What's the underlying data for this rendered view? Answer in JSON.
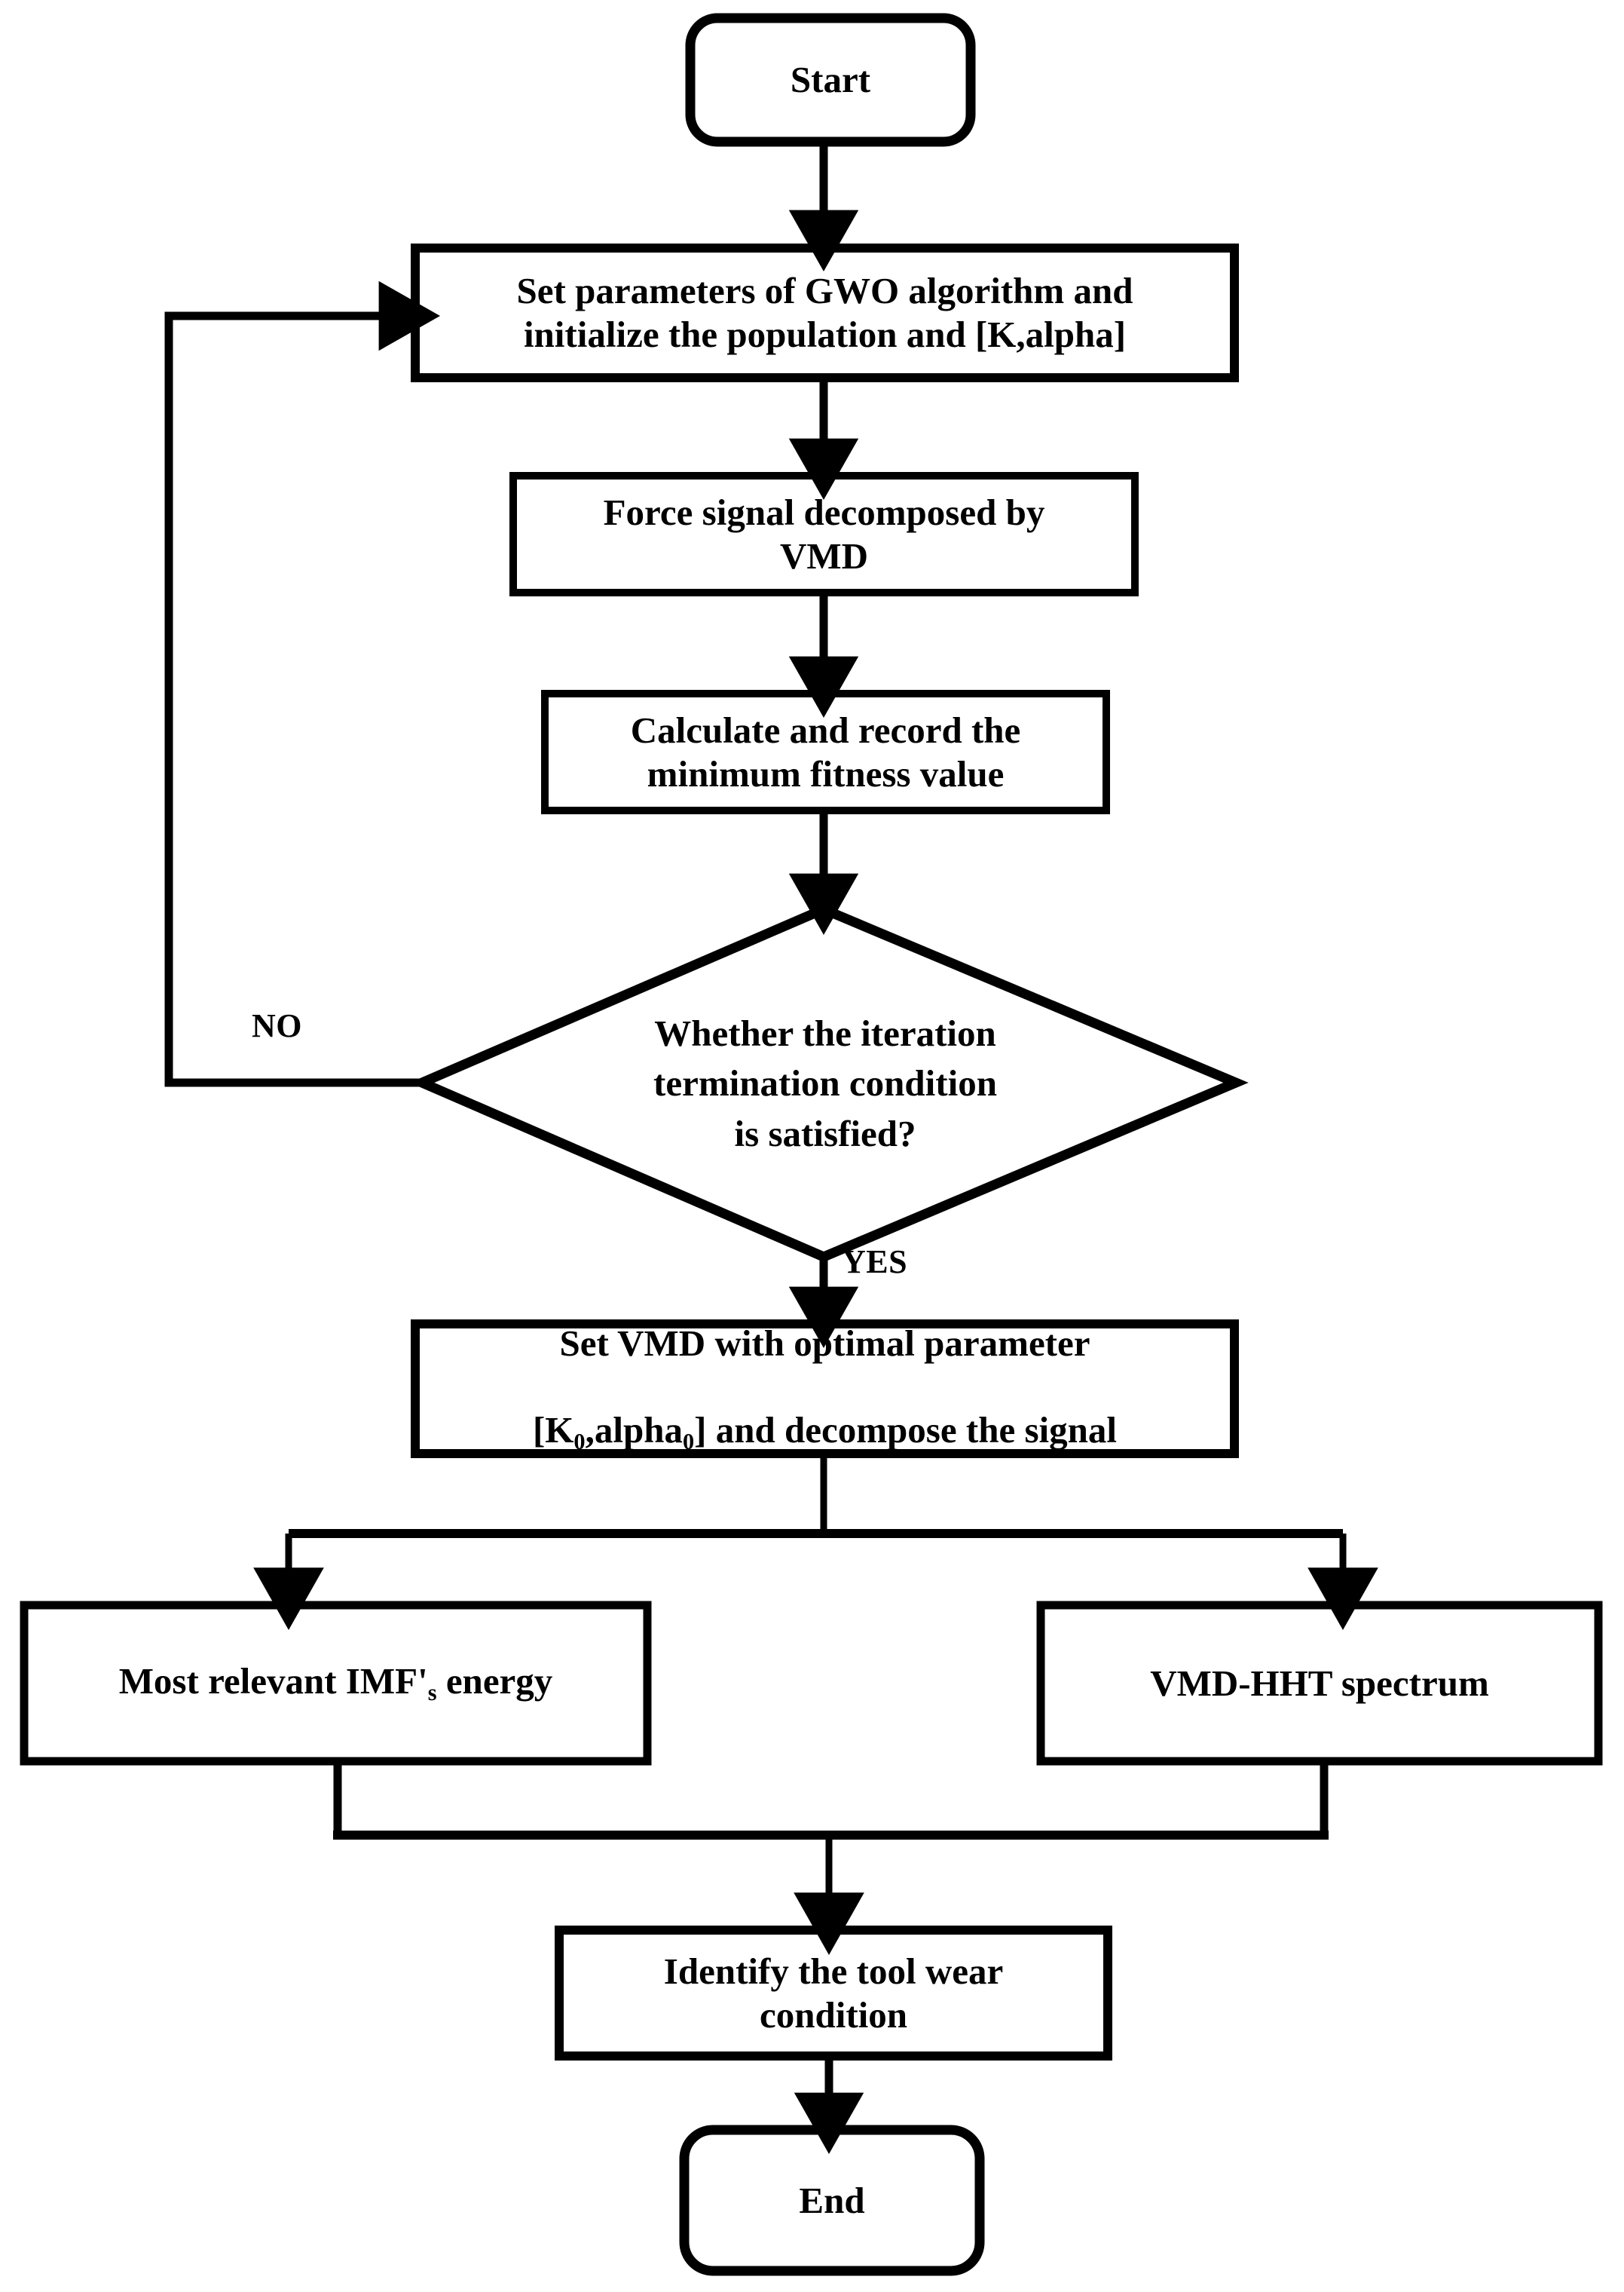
{
  "diagram": {
    "title": "GWO-VMD tool wear identification flowchart",
    "stroke_color": "#000000",
    "fill_color": "#ffffff",
    "background": "#ffffff"
  },
  "nodes": {
    "start": {
      "label": "Start",
      "shape": "rounded-rectangle"
    },
    "set_params": {
      "label": "Set parameters of GWO algorithm and\ninitialize the population and [K,alpha]",
      "shape": "rectangle"
    },
    "decompose": {
      "label": "Force signal  decomposed by\nVMD",
      "shape": "rectangle"
    },
    "fitness": {
      "label": "Calculate and record the\nminimum fitness value",
      "shape": "rectangle"
    },
    "decision": {
      "label": "Whether the iteration\ntermination condition\nis satisfied?",
      "shape": "diamond"
    },
    "set_vmd": {
      "shape": "rectangle",
      "line1": "Set VMD with optimal parameter",
      "line2_pre": "[K",
      "line2_sub1": "0",
      "line2_mid": ",alpha",
      "line2_sub2": "0",
      "line2_post": "] and decompose the signal",
      "label_plain": "Set VMD with optimal parameter [K0,alpha0] and decompose the signal"
    },
    "imf_energy": {
      "shape": "rectangle",
      "pre": "Most relevant IMF'",
      "sub": "s",
      "post": " energy",
      "label_plain": "Most relevant IMF's energy"
    },
    "hht_spectrum": {
      "label": "VMD-HHT spectrum",
      "shape": "rectangle"
    },
    "identify": {
      "label": "Identify the tool wear\ncondition",
      "shape": "rectangle"
    },
    "end": {
      "label": "End",
      "shape": "rounded-rectangle"
    }
  },
  "edge_labels": {
    "no": "NO",
    "yes": "YES"
  }
}
